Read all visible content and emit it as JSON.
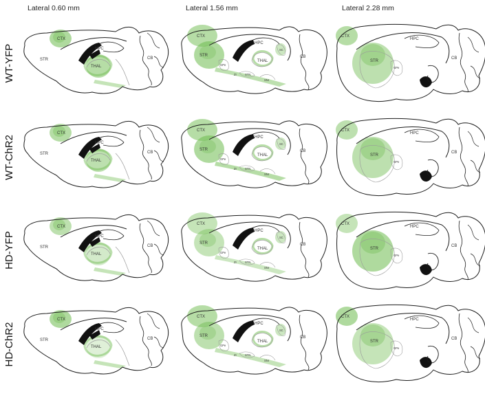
{
  "columns": [
    {
      "header": "Lateral 0.60 mm",
      "section": "medial"
    },
    {
      "header": "Lateral 1.56 mm",
      "section": "middle"
    },
    {
      "header": "Lateral 2.28 mm",
      "section": "lateral"
    }
  ],
  "rows": [
    {
      "label": "WT-YFP",
      "variant": 0
    },
    {
      "label": "WT-ChR2",
      "variant": 1
    },
    {
      "label": "HD-YFP",
      "variant": 2
    },
    {
      "label": "HD-ChR2",
      "variant": 3
    }
  ],
  "region_labels": {
    "medial": {
      "ctx": "CTX",
      "str": "STR",
      "hpc": "HPC",
      "thal": "THAL",
      "cb": "CB"
    },
    "middle": {
      "ctx": "CTX",
      "str": "STR",
      "hpc": "HPC",
      "thal": "THAL",
      "cb": "CB",
      "sc": "SC",
      "gpe": "GPe",
      "stn": "STN",
      "snr": "SNr",
      "zi": "ZI"
    },
    "lateral": {
      "ctx": "CTX",
      "str": "STR",
      "hpc": "HPC",
      "gpe": "GPe",
      "cb": "CB"
    }
  },
  "colors": {
    "outline": "#1a1a1a",
    "ventricle": "#111111",
    "expression": "#6dbb4e",
    "light_outline": "#9a9a9a"
  }
}
